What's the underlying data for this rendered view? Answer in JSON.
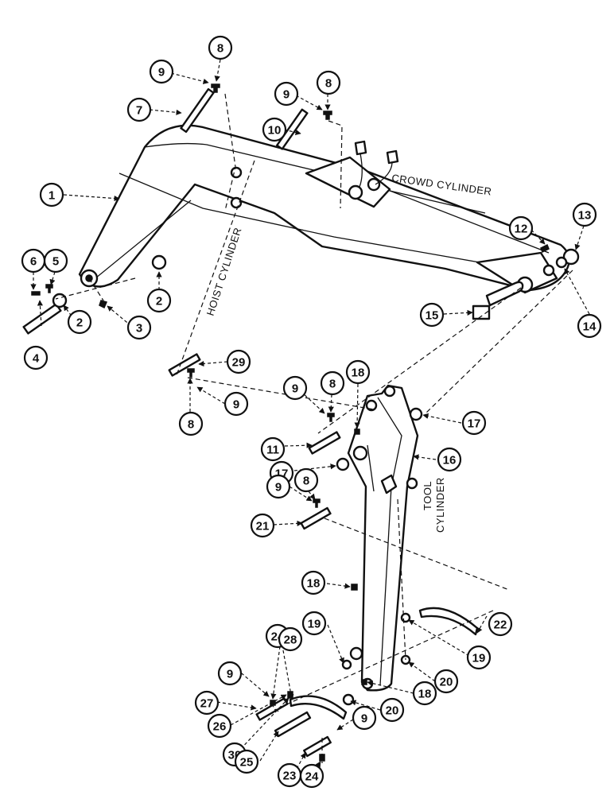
{
  "labels": {
    "crowd_cylinder": "CROWD CYLINDER",
    "hoist_cylinder": "HOIST CYLINDER",
    "tool": "TOOL",
    "cylinder": "CYLINDER"
  },
  "callouts": [
    "1",
    "2",
    "3",
    "4",
    "5",
    "6",
    "7",
    "8",
    "9",
    "10",
    "11",
    "12",
    "13",
    "14",
    "15",
    "16",
    "17",
    "18",
    "19",
    "20",
    "21",
    "22",
    "23",
    "24",
    "25",
    "26",
    "27",
    "28",
    "29",
    "30"
  ]
}
